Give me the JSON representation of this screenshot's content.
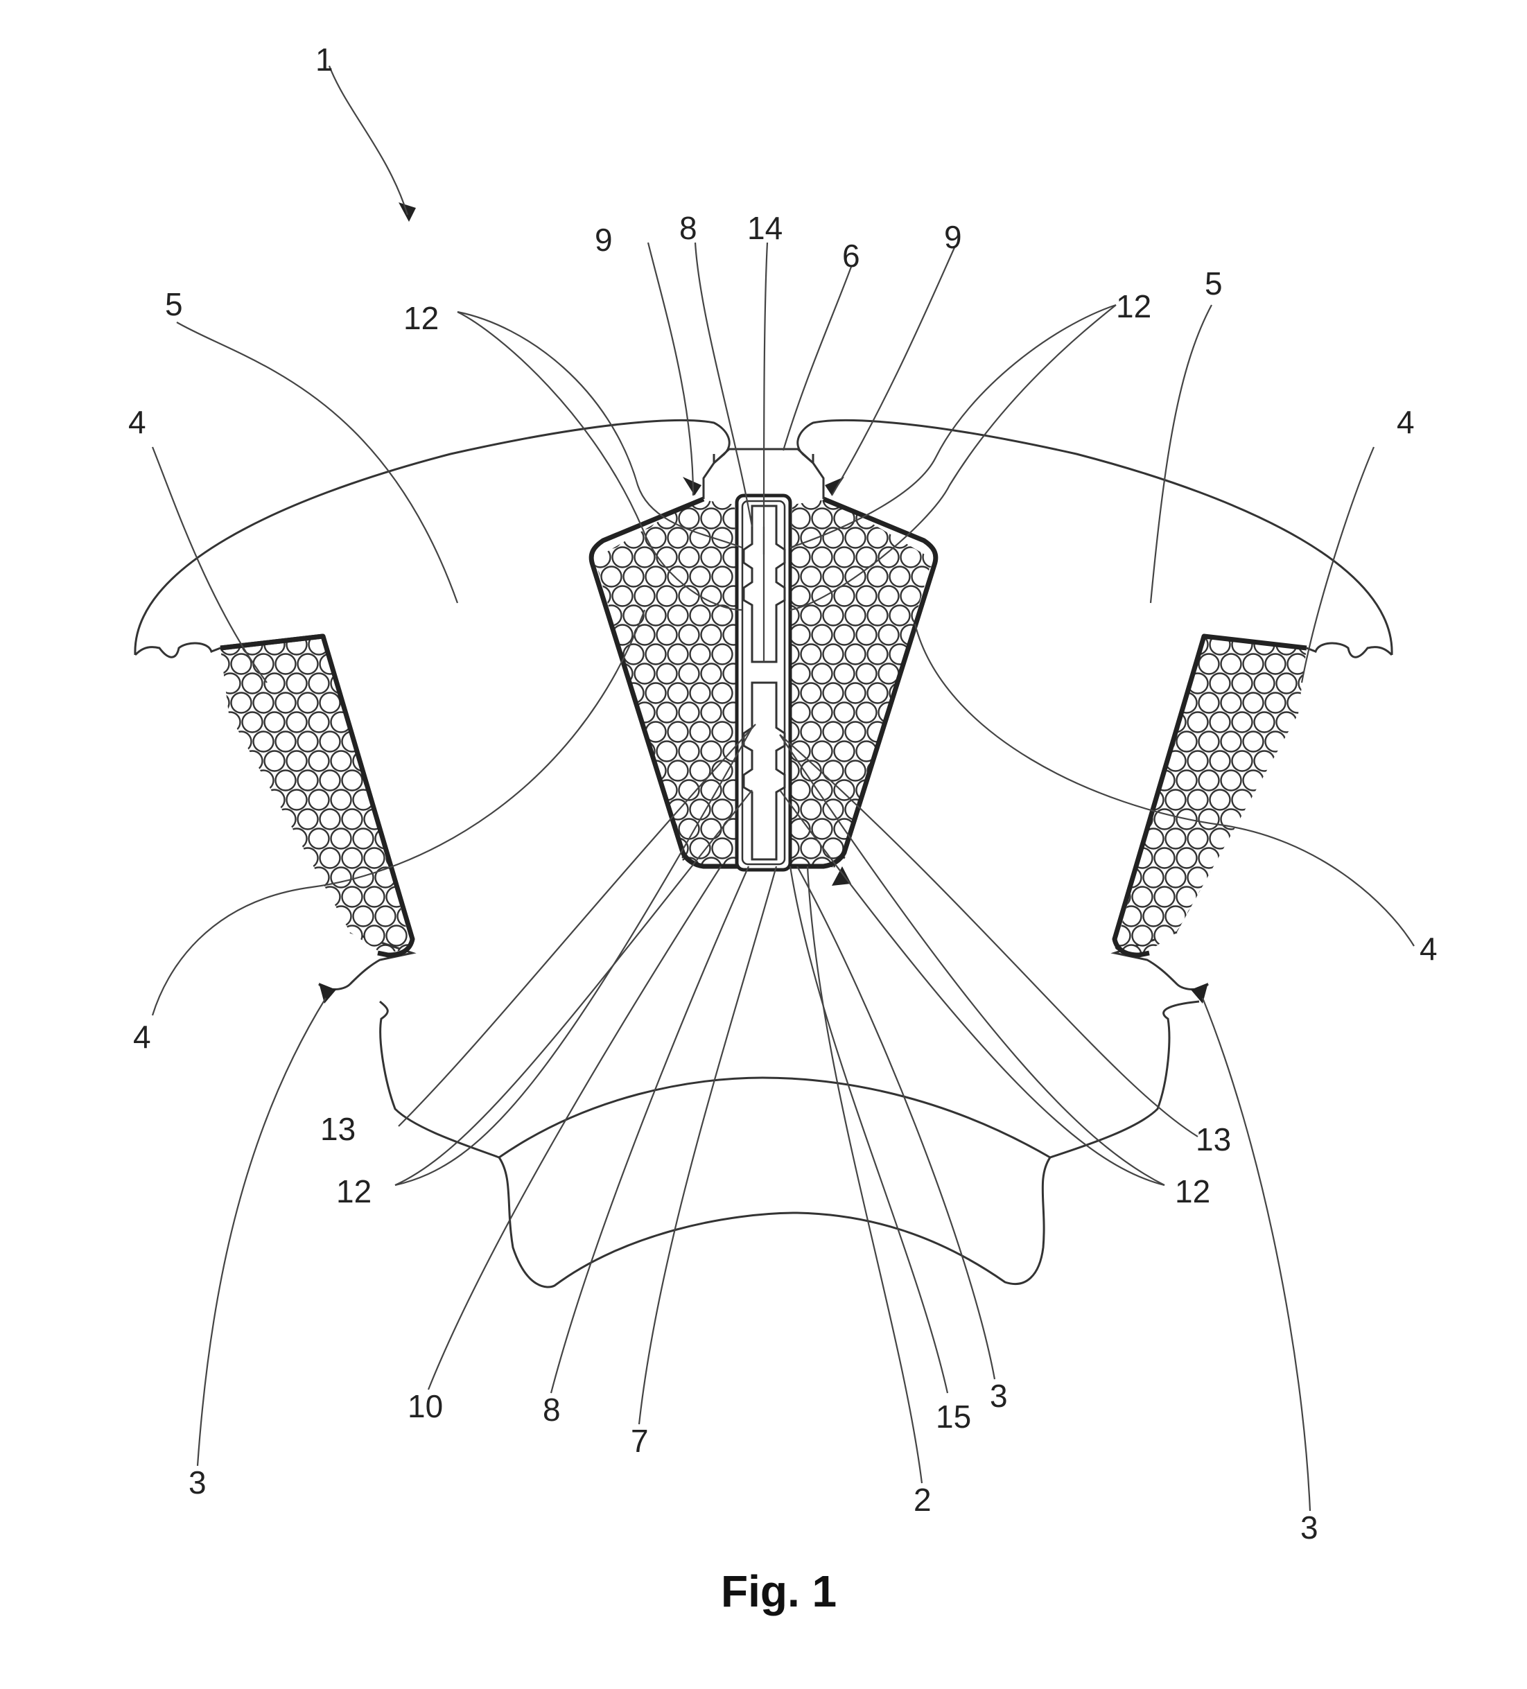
{
  "figure": {
    "caption": "Fig. 1",
    "labels": {
      "l1": "1",
      "l2": "2",
      "l3_bottom_left": "3",
      "l3_bottom_right": "3",
      "l3_center": "3",
      "l4_top_left": "4",
      "l4_top_right": "4",
      "l4_mid_left": "4",
      "l4_mid_right": "4",
      "l5_left": "5",
      "l5_right": "5",
      "l6": "6",
      "l7": "7",
      "l8_top": "8",
      "l8_bottom": "8",
      "l9_left": "9",
      "l9_right": "9",
      "l10": "10",
      "l12_top_left": "12",
      "l12_top_right": "12",
      "l12_bottom_left": "12",
      "l12_bottom_right": "12",
      "l13_left": "13",
      "l13_right": "13",
      "l14": "14",
      "l15": "15"
    }
  }
}
